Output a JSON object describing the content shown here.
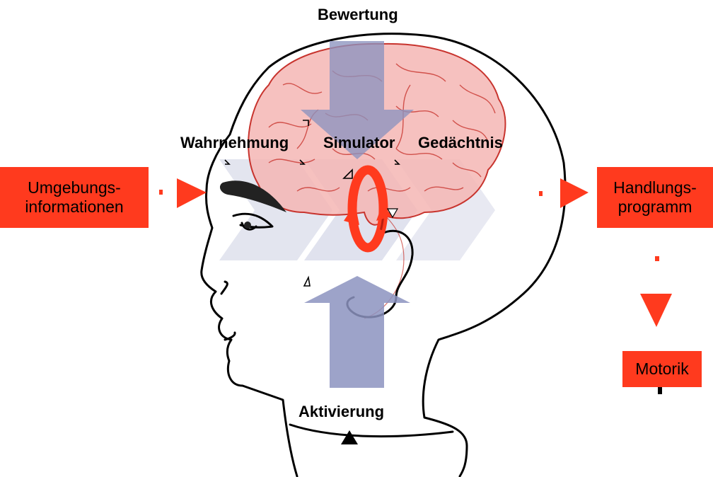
{
  "colors": {
    "accent_red": "#ff3a1e",
    "arrow_blue": "#8c93bf",
    "chevron_grey": "#e3e5ef",
    "brain_pink": "#f4b6b4",
    "brain_outline": "#c8342e",
    "outline": "#000000"
  },
  "labels": {
    "bewertung": "Bewertung",
    "wahrnehmung": "Wahrnehmung",
    "simulator": "Simulator",
    "gedaechtnis": "Gedächtnis",
    "aktivierung": "Aktivierung"
  },
  "boxes": {
    "umgebung": "Umgebungs-\ninformationen",
    "handlung": "Handlungs-\nprogramm",
    "motorik": "Motorik"
  },
  "icons": [
    "head-outline-icon",
    "brain-icon",
    "cycle-arrow-icon",
    "down-arrow-icon",
    "up-arrow-icon",
    "chevron-arrow-icon"
  ]
}
